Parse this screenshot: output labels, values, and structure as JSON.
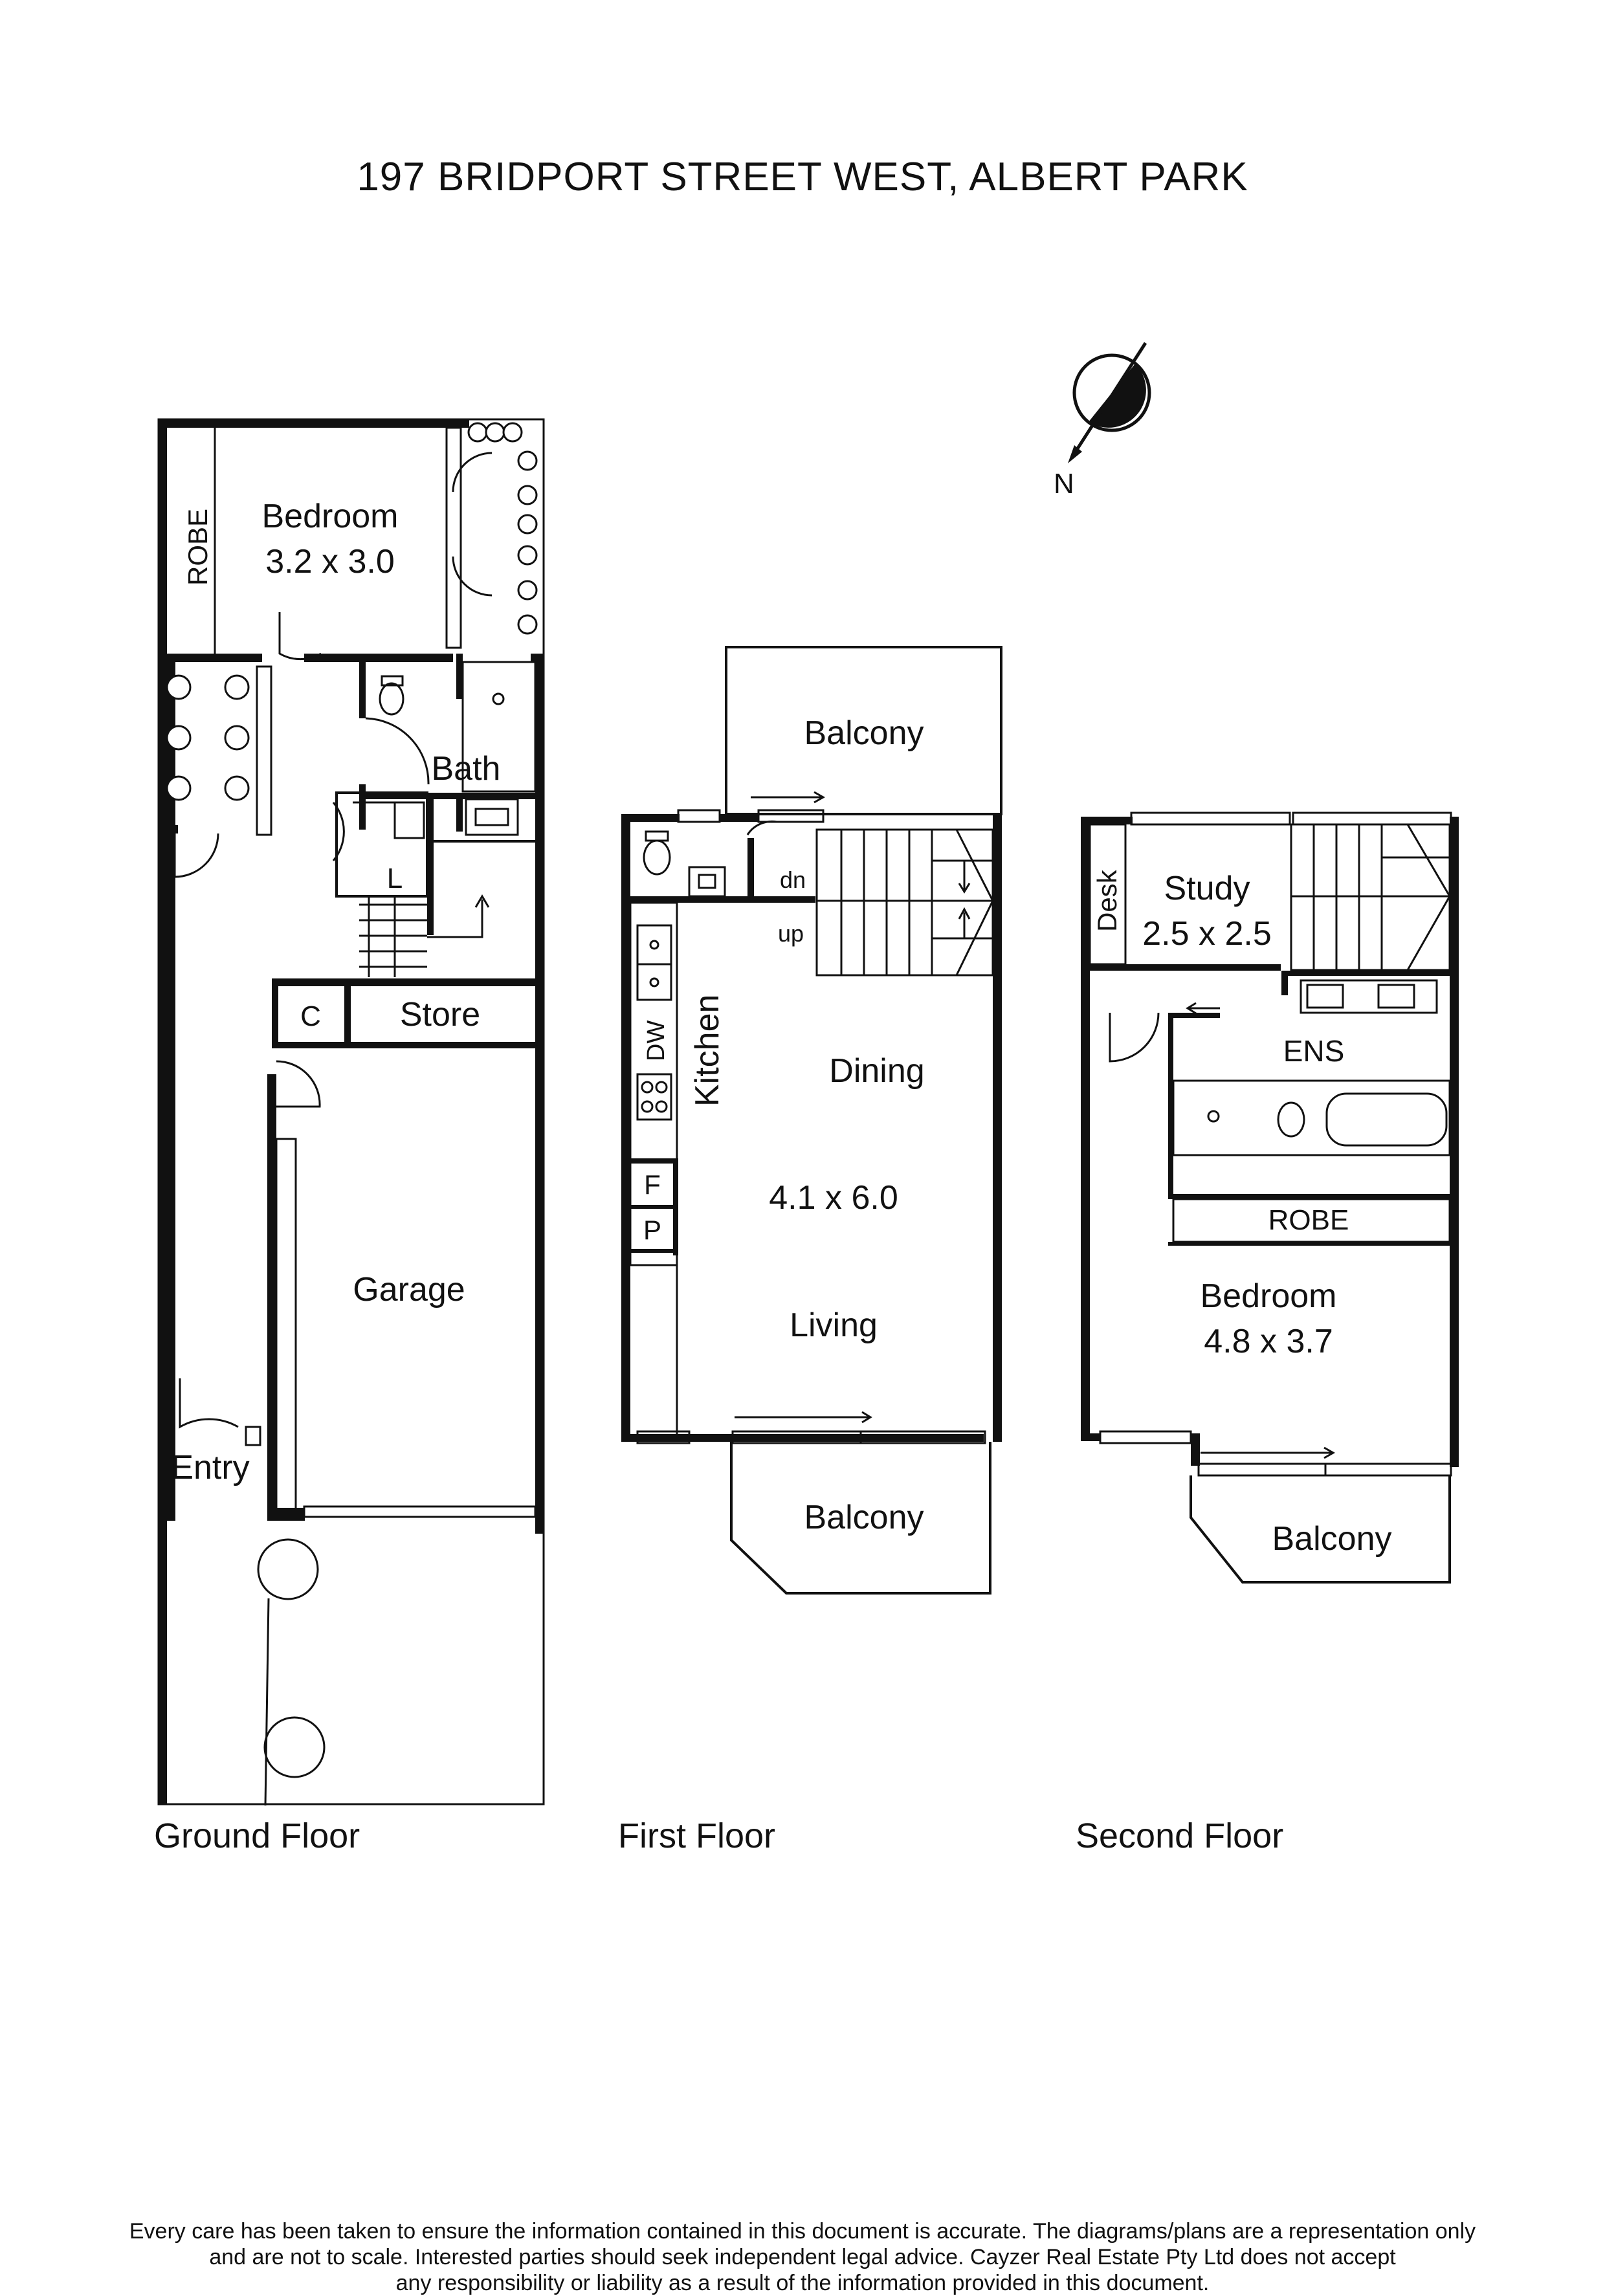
{
  "title": "197 BRIDPORT STREET WEST, ALBERT PARK",
  "compass": {
    "label": "N"
  },
  "floors": {
    "ground": {
      "name": "Ground Floor",
      "rooms": {
        "robe": "ROBE",
        "bedroom_name": "Bedroom",
        "bedroom_size": "3.2 x 3.0",
        "bath": "Bath",
        "laundry": "L",
        "cupboard": "C",
        "store": "Store",
        "garage": "Garage",
        "entry": "Entry"
      }
    },
    "first": {
      "name": "First Floor",
      "rooms": {
        "balcony_top": "Balcony",
        "stair_dn": "dn",
        "stair_up": "up",
        "dishwasher": "DW",
        "kitchen": "Kitchen",
        "dining": "Dining",
        "size": "4.1 x 6.0",
        "fridge": "F",
        "pantry": "P",
        "living": "Living",
        "balcony_bottom": "Balcony"
      }
    },
    "second": {
      "name": "Second Floor",
      "rooms": {
        "desk": "Desk",
        "study_name": "Study",
        "study_size": "2.5 x 2.5",
        "ensuite": "ENS",
        "robe": "ROBE",
        "bedroom_name": "Bedroom",
        "bedroom_size": "4.8 x 3.7",
        "balcony": "Balcony"
      }
    }
  },
  "disclaimer": [
    "Every care has been taken to ensure the information contained in this document is accurate. The diagrams/plans are a representation only",
    "and are not to scale. Interested parties should seek independent legal advice. Cayzer Real Estate Pty Ltd does not accept",
    "any responsibility or liability as a result of the information provided in this document."
  ]
}
